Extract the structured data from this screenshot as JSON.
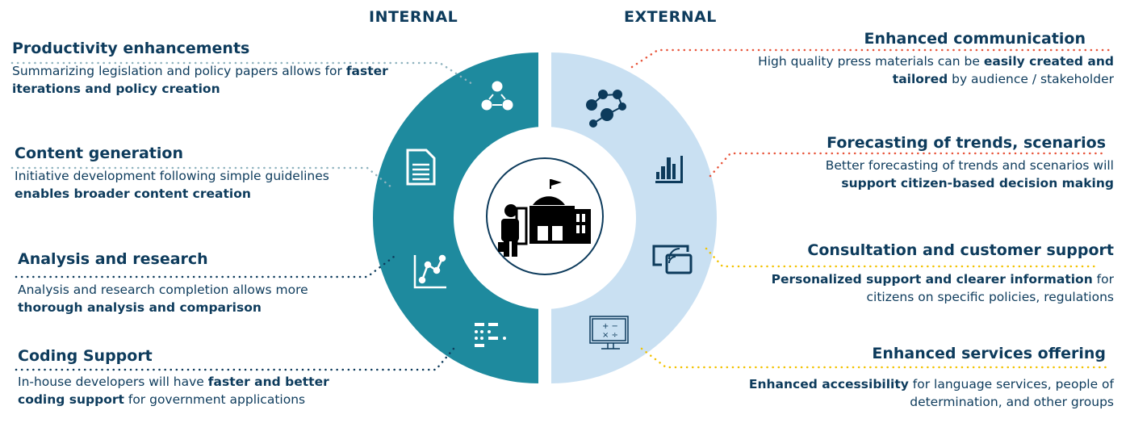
{
  "headers": {
    "internal": "INTERNAL",
    "external": "EXTERNAL"
  },
  "colors": {
    "internal": "#1e8a9e",
    "external": "#c9e0f2",
    "text": "#0d3b5c",
    "orange": "#e8553b",
    "yellow": "#f2c200"
  },
  "internal": [
    {
      "title": "Productivity enhancements",
      "pre": "Summarizing legislation and policy papers allows for ",
      "bold": "faster iterations and policy creation",
      "post": "",
      "icon": "people-network-icon"
    },
    {
      "title": "Content generation",
      "pre": "Initiative development following simple guidelines ",
      "bold": "enables broader content creation",
      "post": "",
      "icon": "document-icon"
    },
    {
      "title": "Analysis and research",
      "pre": "Analysis and research completion allows more ",
      "bold": "thorough analysis and comparison",
      "post": "",
      "icon": "line-chart-icon"
    },
    {
      "title": "Coding Support",
      "pre": "In-house developers will have ",
      "bold": "faster and better coding support",
      "post": " for government applications",
      "icon": "code-icon"
    }
  ],
  "external": [
    {
      "title": "Enhanced communication",
      "pre": "High quality press materials can be ",
      "bold": "easily created and tailored",
      "post": " by audience / stakeholder",
      "icon": "network-icon"
    },
    {
      "title": "Forecasting of trends, scenarios",
      "pre": "Better forecasting of trends and scenarios will ",
      "bold": "support citizen-based decision making",
      "post": "",
      "icon": "bar-chart-icon"
    },
    {
      "title": "Consultation and customer support",
      "pre": "",
      "bold": "Personalized support and clearer information",
      "post": " for citizens on specific policies, regulations",
      "icon": "screen-cast-icon"
    },
    {
      "title": "Enhanced services offering",
      "pre": "",
      "bold": "Enhanced accessibility",
      "post": " for language services, people of determination, and other groups",
      "icon": "calculator-monitor-icon"
    }
  ]
}
